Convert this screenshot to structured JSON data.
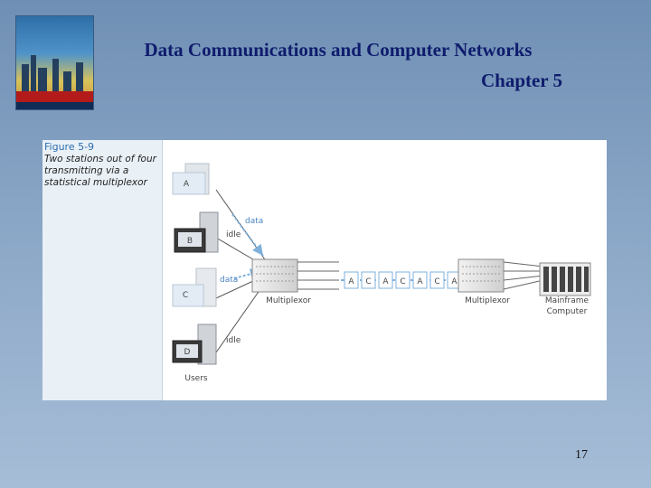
{
  "slide": {
    "title_line1": "Data Communications and Computer Networks",
    "title_line2": "Chapter 5",
    "page_number": "17"
  },
  "figure": {
    "label": "Figure 5-9",
    "caption": "Two stations out of four transmitting via a statistical multiplexor",
    "stations": [
      "A",
      "B",
      "C",
      "D"
    ],
    "station_states": {
      "A": "data",
      "B": "idle",
      "C": "data",
      "D": "idle"
    },
    "users_label": "Users",
    "mux_left_label": "Multiplexor",
    "mux_right_label": "Multiplexor",
    "mainframe_line1": "Mainframe",
    "mainframe_line2": "Computer",
    "link_frames": [
      "A",
      "C",
      "A",
      "C",
      "A",
      "C",
      "A"
    ],
    "colors": {
      "title": "#0f1c6d",
      "accent": "#2b6fb0",
      "arrow": "#7fb0db"
    }
  }
}
